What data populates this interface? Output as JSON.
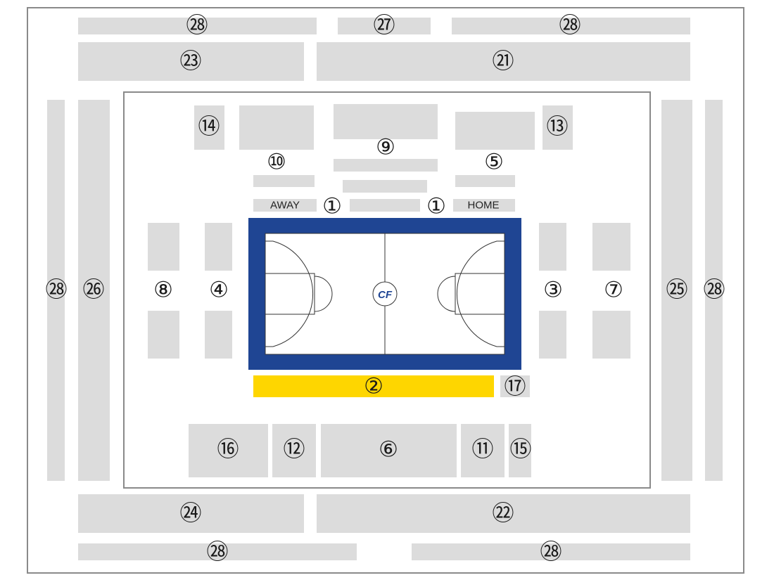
{
  "zones": {
    "n28": "㉘",
    "n27": "㉗",
    "n26": "㉖",
    "n25": "㉕",
    "n24": "㉔",
    "n23": "㉓",
    "n22": "㉒",
    "n21": "㉑",
    "n17": "⑰",
    "n16": "⑯",
    "n15": "⑮",
    "n14": "⑭",
    "n13": "⑬",
    "n12": "⑫",
    "n11": "⑪",
    "n10": "⑩",
    "n9": "⑨",
    "n8": "⑧",
    "n7": "⑦",
    "n6": "⑥",
    "n5": "⑤",
    "n4": "④",
    "n3": "③",
    "n2": "②",
    "n1": "①"
  },
  "labels": {
    "away": "AWAY",
    "home": "HOME"
  },
  "court": {
    "logo": "CF",
    "border_color": "#1f4593",
    "floor_color": "#ffffff"
  },
  "colors": {
    "block": "#dcdcdc",
    "highlight": "#fed600",
    "outline": "#8a8a8a"
  }
}
